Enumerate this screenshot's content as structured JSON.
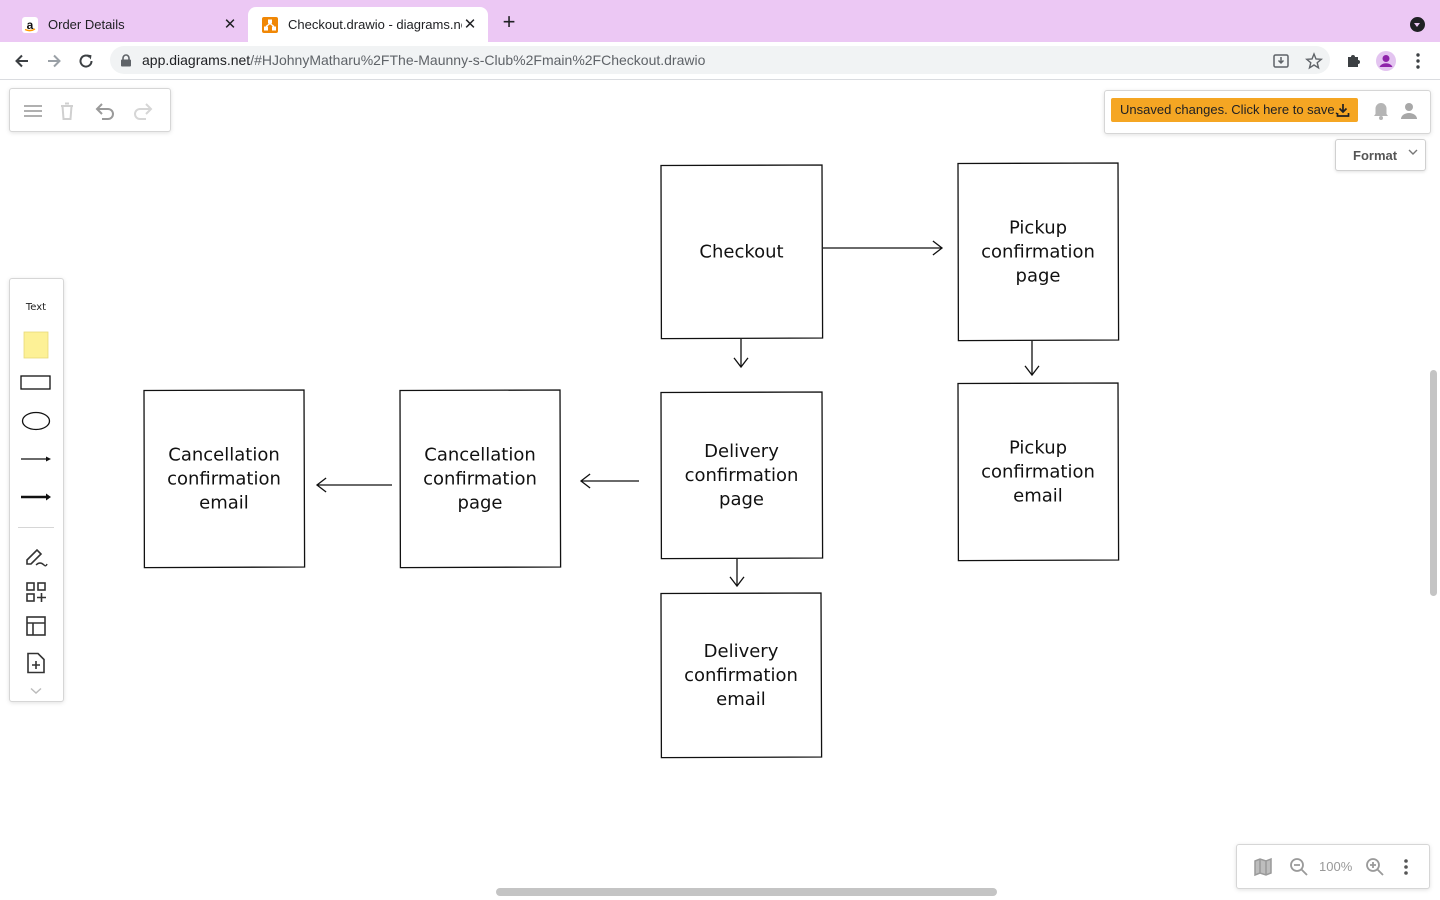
{
  "browser": {
    "tabs": [
      {
        "label": "Order Details",
        "favicon": "amazon-icon",
        "active": false
      },
      {
        "label": "Checkout.drawio - diagrams.net",
        "favicon": "drawio-icon",
        "active": true
      }
    ],
    "url_host": "app.diagrams.net",
    "url_path": "/#HJohnyMatharu%2FThe-Maunny-s-Club%2Fmain%2FCheckout.drawio",
    "accent_color": "#ecc8f4"
  },
  "editor": {
    "save_message": "Unsaved changes. Click here to save.",
    "save_color": "#f5a623",
    "format_label": "Format",
    "zoom_level": "100%",
    "shapes_panel": {
      "text_label": "Text"
    }
  },
  "diagram": {
    "nodes": [
      {
        "id": "checkout",
        "lines": [
          "Checkout"
        ]
      },
      {
        "id": "pickup-page",
        "lines": [
          "Pickup",
          "confirmation",
          "page"
        ]
      },
      {
        "id": "pickup-email",
        "lines": [
          "Pickup",
          "confirmation",
          "email"
        ]
      },
      {
        "id": "delivery-page",
        "lines": [
          "Delivery",
          "confirmation",
          "page"
        ]
      },
      {
        "id": "delivery-email",
        "lines": [
          "Delivery",
          "confirmation",
          "email"
        ]
      },
      {
        "id": "cancel-page",
        "lines": [
          "Cancellation",
          "confirmation",
          "page"
        ]
      },
      {
        "id": "cancel-email",
        "lines": [
          "Cancellation",
          "confirmation",
          "email"
        ]
      }
    ],
    "edges": [
      {
        "from": "checkout",
        "to": "pickup-page"
      },
      {
        "from": "pickup-page",
        "to": "pickup-email"
      },
      {
        "from": "checkout",
        "to": "delivery-page"
      },
      {
        "from": "delivery-page",
        "to": "delivery-email"
      },
      {
        "from": "delivery-page",
        "to": "cancel-page"
      },
      {
        "from": "cancel-page",
        "to": "cancel-email"
      }
    ]
  }
}
